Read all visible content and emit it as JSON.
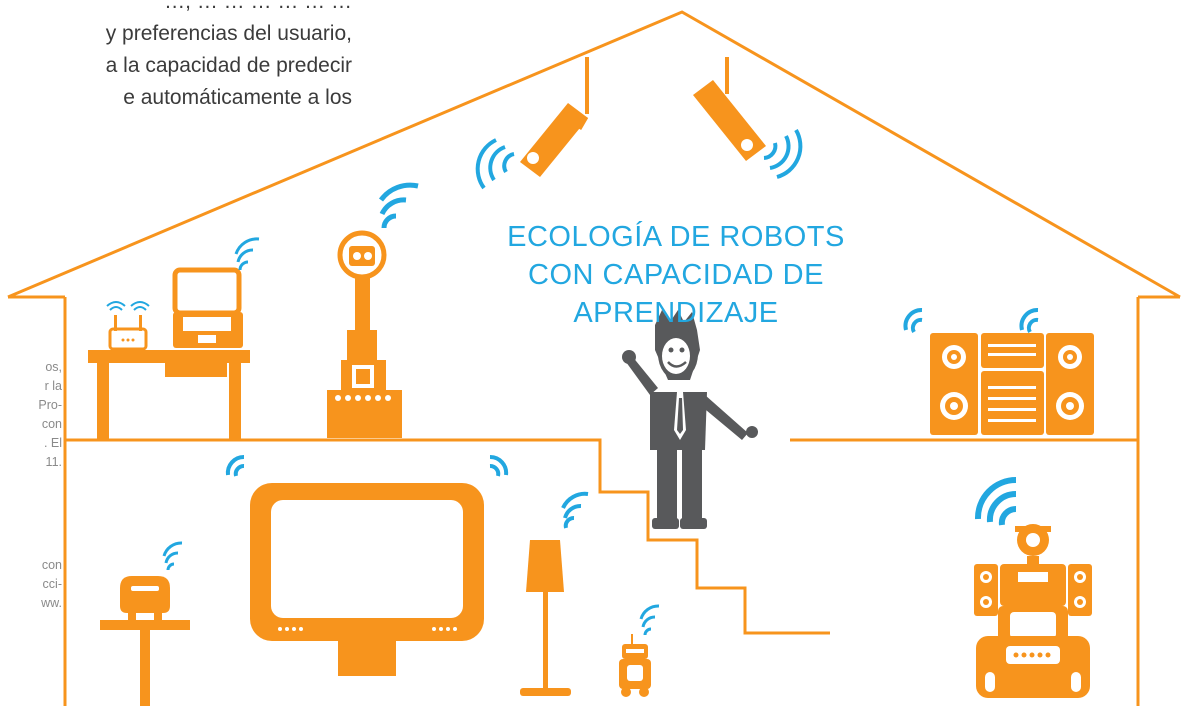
{
  "intro_text": {
    "lines": [
      "…, … … … … … …",
      "y preferencias del usuario,",
      "a la capacidad de predecir",
      "e automáticamente a los"
    ]
  },
  "side_caption": {
    "paragraph1": [
      "os,",
      "r la",
      "Pro-",
      "con",
      ". El",
      "11."
    ],
    "paragraph2": [
      "con",
      "cci-",
      "ww."
    ]
  },
  "diagram": {
    "title_lines": [
      "ECOLOGÍA DE ROBOTS",
      "CON CAPACIDAD DE",
      "APRENDIZAJE"
    ],
    "colors": {
      "orange": "#f7941d",
      "blue": "#22a7e0",
      "gray": "#58595b",
      "text": "#3b3b3b",
      "caption": "#8a8a8a"
    },
    "devices": [
      {
        "name": "router-icon"
      },
      {
        "name": "laptop-icon"
      },
      {
        "name": "desk-icon"
      },
      {
        "name": "tall-robot-icon"
      },
      {
        "name": "security-camera-icon"
      },
      {
        "name": "stereo-system-icon"
      },
      {
        "name": "television-icon"
      },
      {
        "name": "speaker-device-icon"
      },
      {
        "name": "floor-lamp-icon"
      },
      {
        "name": "small-robot-icon"
      },
      {
        "name": "large-robot-icon"
      },
      {
        "name": "person-icon"
      }
    ]
  }
}
